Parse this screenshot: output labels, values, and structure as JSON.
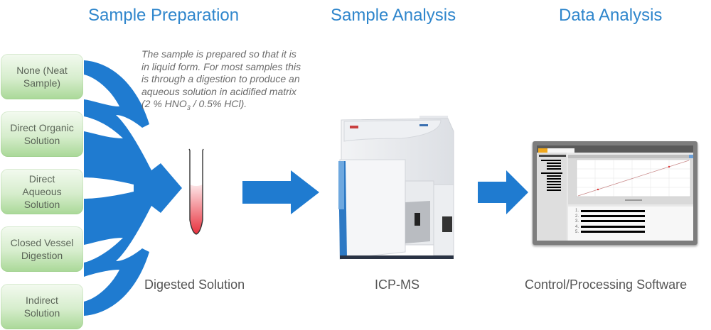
{
  "stages": [
    {
      "title": "Sample Preparation",
      "caption": "Digested Solution"
    },
    {
      "title": "Sample Analysis",
      "caption": "ICP-MS"
    },
    {
      "title": "Data Analysis",
      "caption": "Control/Processing Software"
    }
  ],
  "sources": [
    {
      "line1": "None (Neat",
      "line2": "Sample)"
    },
    {
      "line1": "Direct Organic",
      "line2": "Solution"
    },
    {
      "line1": "Direct",
      "line2": "Aqueous",
      "line3": "Solution"
    },
    {
      "line1": "Closed Vessel",
      "line2": "Digestion"
    },
    {
      "line1": "Indirect",
      "line2": "Solution"
    }
  ],
  "note": {
    "part1": "The sample is prepared so that it is in liquid form. For most samples this is through a digestion to produce an aqueous solution in acidified matrix (2 % HNO",
    "sub": "3",
    "part2": " / 0.5% HCl)."
  },
  "software": {
    "result_list": [
      "1.",
      "2.",
      "3.",
      "4.",
      "5."
    ]
  },
  "colors": {
    "accent_blue": "#2f86cc",
    "arrow_blue": "#1f7bd0",
    "source_green": "#a9d897",
    "text_gray": "#555555"
  }
}
